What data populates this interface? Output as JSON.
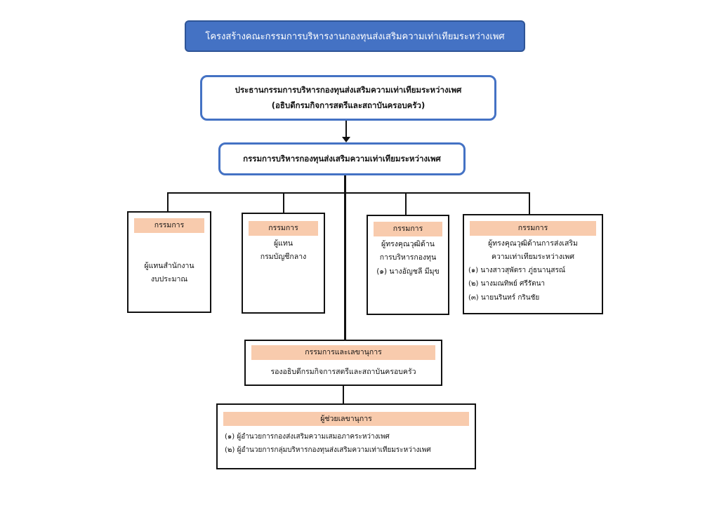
{
  "title": "โครงสร้างคณะกรรมการบริหารงานกองทุนส่งเสริมความเท่าเทียมระหว่างเพศ",
  "chair": {
    "line1": "ประธานกรรมการบริหารกองทุนส่งเสริมความเท่าเทียมระหว่างเพศ",
    "line2": "(อธิบดีกรมกิจการสตรีและสถาบันครอบครัว)"
  },
  "board": {
    "label": "กรรมการบริหารกองทุนส่งเสริมความเท่าเทียมระหว่างเพศ"
  },
  "members": [
    {
      "heading": "กรรมการ",
      "lines": [
        "ผู้แทนสำนักงาน",
        "งบประมาณ"
      ]
    },
    {
      "heading": "กรรมการ",
      "lines": [
        "ผู้แทน",
        "กรมบัญชีกลาง"
      ]
    },
    {
      "heading": "กรรมการ",
      "lines": [
        "ผู้ทรงคุณวุฒิด้าน",
        "การบริหารกองทุน",
        "(๑) นางอัญชลี มีมุข"
      ]
    },
    {
      "heading": "กรรมการ",
      "lines": [
        "ผู้ทรงคุณวุฒิด้านการส่งเสริม",
        "ความเท่าเทียมระหว่างเพศ"
      ],
      "list": [
        "(๑) นางสาวสุพัตรา ภู่ธนานุสรณ์",
        "(๒) นางมณทิพย์  ศรีรัตนา",
        "(๓) นายนรินทร์ กรินชัย"
      ]
    }
  ],
  "secretary": {
    "heading": "กรรมการและเลขานุการ",
    "text": "รองอธิบดีกรมกิจการสตรีและสถาบันครอบครัว"
  },
  "assistants": {
    "heading": "ผู้ช่วยเลขานุการ",
    "items": [
      "(๑) ผู้อำนวยการกองส่งเสริมความเสมอภาคระหว่างเพศ",
      "(๒) ผู้อำนวยการกลุ่มบริหารกองทุนส่งเสริมความเท่าเทียมระหว่างเพศ"
    ]
  },
  "colors": {
    "banner": "#4472c4",
    "label_fill": "#f8cbad",
    "rounded_border": "#4472c4"
  }
}
